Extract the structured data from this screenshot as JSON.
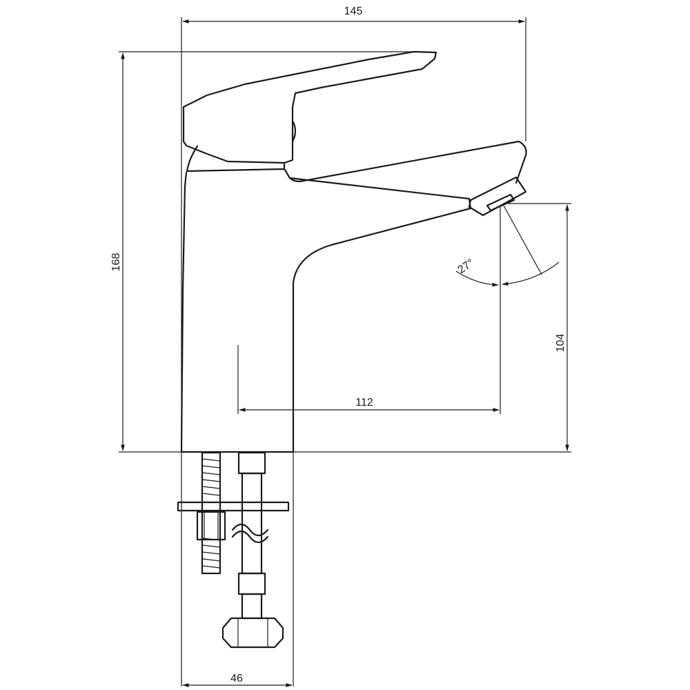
{
  "drawing": {
    "dimensions": {
      "overall_width": "145",
      "overall_height": "168",
      "spout_height": "104",
      "spout_reach": "112",
      "base_width": "46",
      "spray_angle": "27°"
    }
  }
}
